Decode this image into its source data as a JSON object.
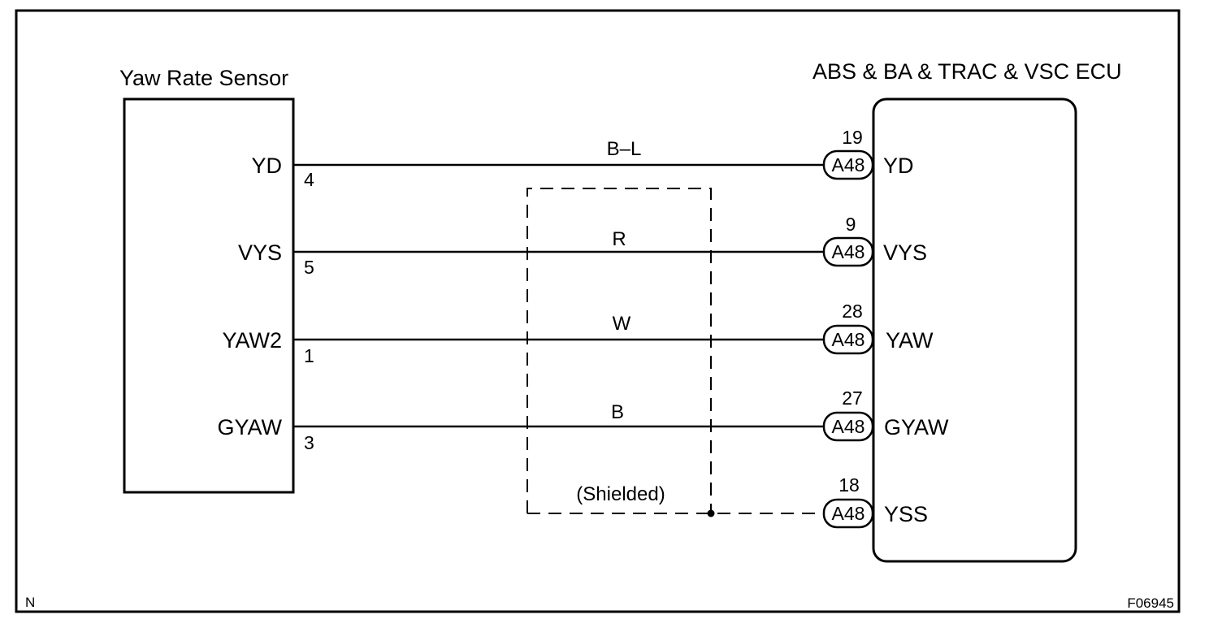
{
  "sensor": {
    "title": "Yaw Rate Sensor"
  },
  "ecu": {
    "title": "ABS & BA & TRAC & VSC ECU"
  },
  "connector": "A48",
  "wires": [
    {
      "sensor_terminal": "YD",
      "sensor_pin": "4",
      "color": "B–L",
      "ecu_pin": "19",
      "ecu_terminal": "YD",
      "shielded": false
    },
    {
      "sensor_terminal": "VYS",
      "sensor_pin": "5",
      "color": "R",
      "ecu_pin": "9",
      "ecu_terminal": "VYS",
      "shielded": true
    },
    {
      "sensor_terminal": "YAW2",
      "sensor_pin": "1",
      "color": "W",
      "ecu_pin": "28",
      "ecu_terminal": "YAW",
      "shielded": true
    },
    {
      "sensor_terminal": "GYAW",
      "sensor_pin": "3",
      "color": "B",
      "ecu_pin": "27",
      "ecu_terminal": "GYAW",
      "shielded": true
    }
  ],
  "shield": {
    "label": "(Shielded)",
    "ecu_pin": "18",
    "ecu_terminal": "YSS"
  },
  "footer": {
    "left": "N",
    "right": "F06945"
  }
}
